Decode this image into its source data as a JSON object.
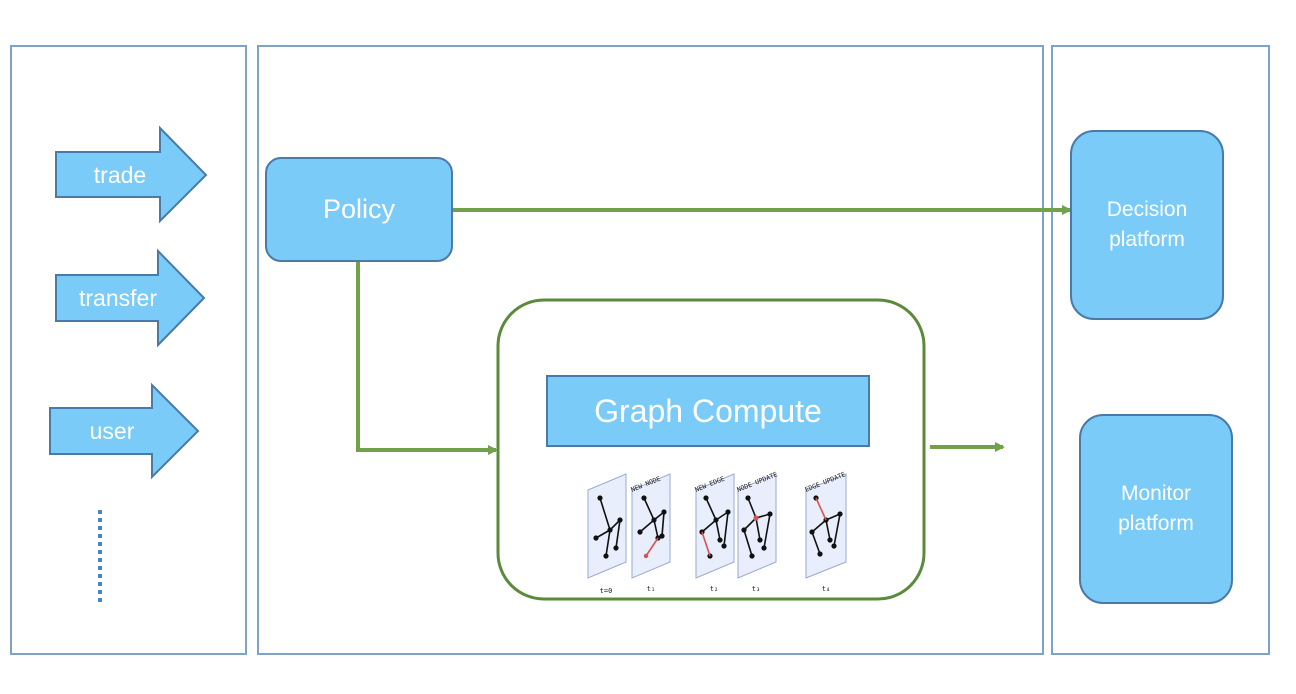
{
  "inputs": [
    {
      "label": "trade"
    },
    {
      "label": "transfer"
    },
    {
      "label": "user"
    }
  ],
  "policy": {
    "label": "Policy"
  },
  "graph_compute": {
    "label": "Graph Compute"
  },
  "snapshots": [
    {
      "top_label": "",
      "bottom_label": "t=0"
    },
    {
      "top_label": "NEW NODE",
      "bottom_label": "t₁"
    },
    {
      "top_label": "NEW EDGE",
      "bottom_label": "t₂"
    },
    {
      "top_label": "NODE UPDATE",
      "bottom_label": "t₃"
    },
    {
      "top_label": "EDGE UPDATE",
      "bottom_label": "t₄"
    }
  ],
  "outputs": [
    {
      "label_line1": "Decision",
      "label_line2": "platform"
    },
    {
      "label_line1": "Monitor",
      "label_line2": "platform"
    }
  ],
  "colors": {
    "box_fill": "#7acbf7",
    "box_border": "#4a7aa8",
    "panel_border": "#7ea3c8",
    "flow_green": "#71a14b",
    "container_border": "#5a8a3a",
    "highlight_red": "#d9534f"
  }
}
